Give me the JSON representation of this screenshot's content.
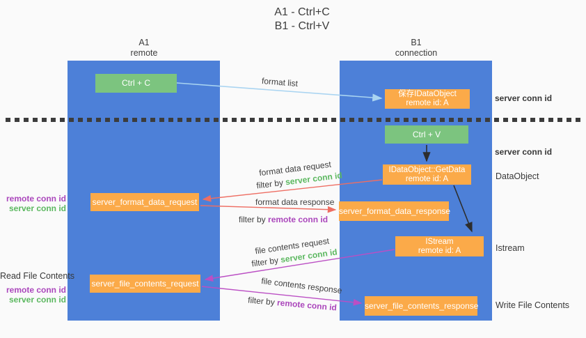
{
  "title": {
    "line1": "A1 - Ctrl+C",
    "line2": "B1 - Ctrl+V"
  },
  "columns": {
    "left": {
      "id": "A1",
      "role": "remote"
    },
    "right": {
      "id": "B1",
      "role": "connection"
    }
  },
  "nodes": {
    "ctrl_c": {
      "label": "Ctrl + C"
    },
    "ctrl_v": {
      "label": "Ctrl + V"
    },
    "save_dataobject": {
      "line1": "保存IDataObject",
      "line2": "remote id: A"
    },
    "getdata": {
      "line1": "IDataObject::GetData",
      "line2": "remote id: A"
    },
    "istream": {
      "line1": "IStream",
      "line2": "remote id: A"
    },
    "format_request": {
      "label": "server_format_data_request"
    },
    "format_response": {
      "label": "server_format_data_response"
    },
    "file_request": {
      "label": "server_file_contents_request"
    },
    "file_response": {
      "label": "server_file_contents_response"
    }
  },
  "arrow_labels": {
    "format_list": "format list",
    "format_data_request": "format data request",
    "format_data_response": "format data response",
    "file_contents_request": "file contents request",
    "file_contents_response": "file contents response",
    "filter_by": "filter by",
    "server_conn_id": "server conn id",
    "remote_conn_id": "remote conn id"
  },
  "annotations": {
    "server_conn_id_top": "server conn id",
    "server_conn_id_mid": "server conn id",
    "dataobject": "DataObject",
    "istream": "Istream",
    "write_file_contents": "Write File Contents",
    "read_file_contents": "Read File Contents",
    "remote_conn_id": "remote conn id",
    "server_conn_id": "server conn id"
  },
  "colors": {
    "column_blue": "#4d80d8",
    "box_orange": "#fbaa49",
    "button_green": "#7cc47f",
    "green_text": "#5cb860",
    "purple_text": "#ab47bc",
    "red_arrow": "#ee6e63",
    "magenta_arrow": "#bb4fc4",
    "light_blue_arrow": "#a9d4f1",
    "dotted_line": "#3c3c3c"
  }
}
